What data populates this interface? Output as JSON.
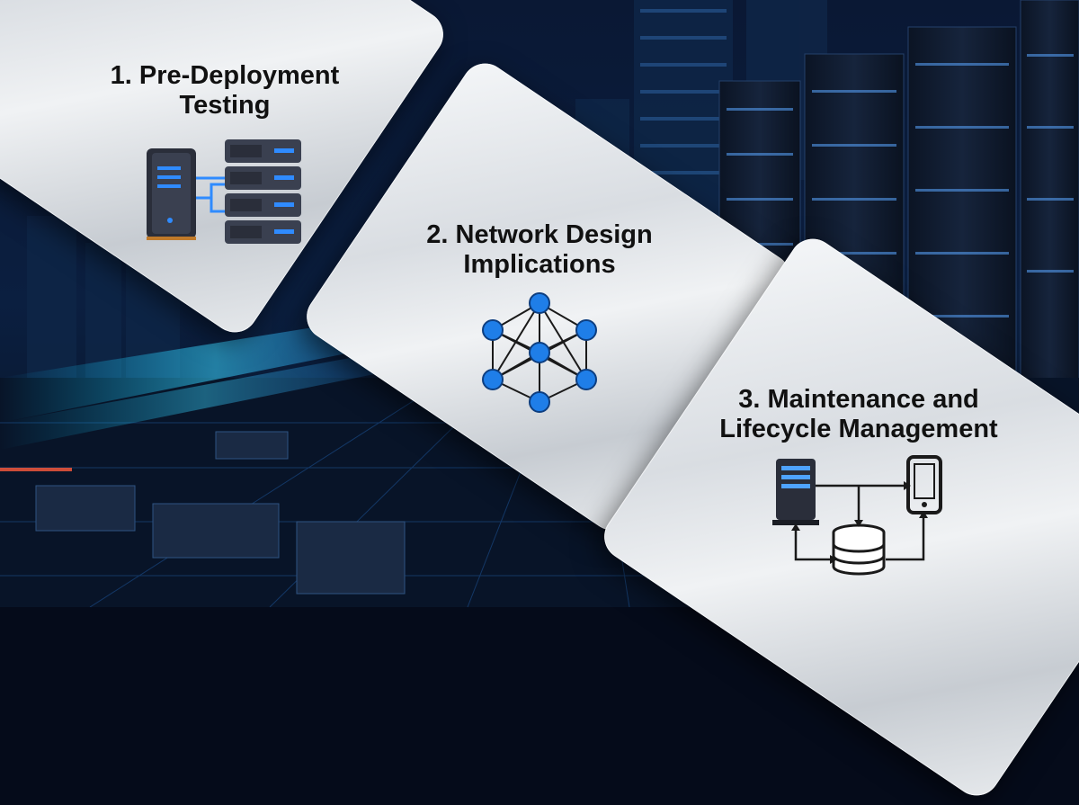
{
  "cards": [
    {
      "title_line1": "1. Pre-Deployment",
      "title_line2": "Testing",
      "icon": "servers-connected-icon"
    },
    {
      "title_line1": "2. Network Design",
      "title_line2": "Implications",
      "icon": "network-graph-icon"
    },
    {
      "title_line1": "3. Maintenance and",
      "title_line2": "Lifecycle Management",
      "icon": "lifecycle-flow-icon"
    }
  ],
  "colors": {
    "background": "#050b1a",
    "accent_blue": "#1e8fff",
    "node_blue": "#1f7ee8",
    "panel_silver": "#dde1e5"
  }
}
